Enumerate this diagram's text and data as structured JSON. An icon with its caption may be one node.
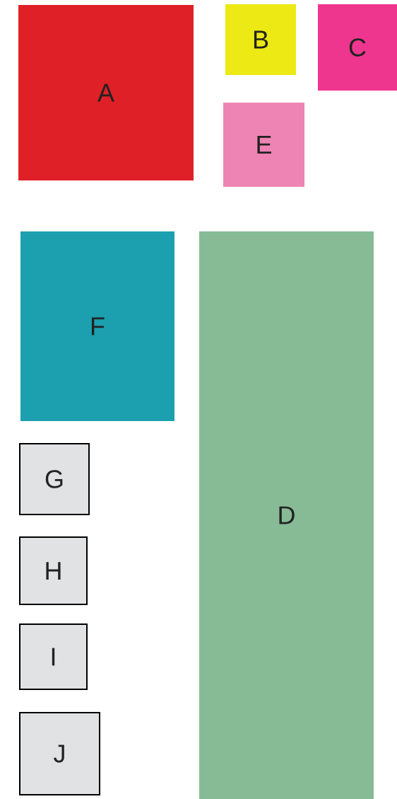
{
  "diagram": {
    "nodes": [
      {
        "text": [
          "A"
        ]
      },
      {
        "text": [
          "B"
        ]
      },
      {
        "text": [
          "C"
        ]
      },
      {
        "text": [
          "E"
        ]
      },
      {
        "text": [
          "F"
        ]
      },
      {
        "text": [
          "D"
        ]
      },
      {
        "text": [
          "G"
        ]
      },
      {
        "text": [
          "H"
        ]
      },
      {
        "text": [
          "I"
        ]
      },
      {
        "text": [
          "J"
        ]
      }
    ]
  }
}
